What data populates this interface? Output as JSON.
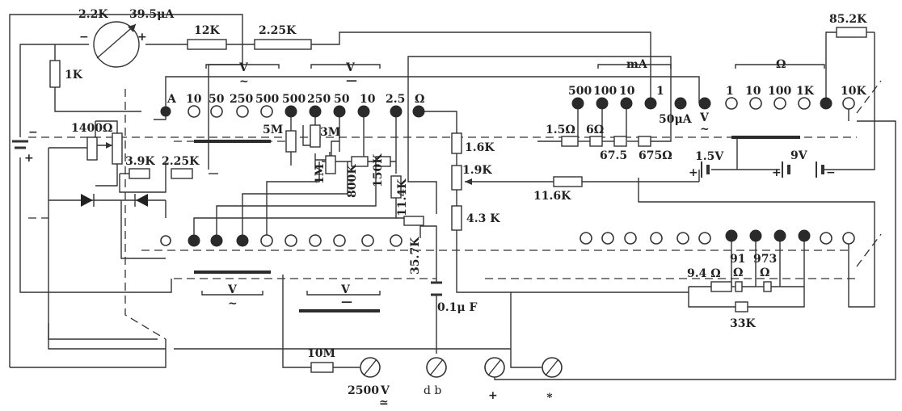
{
  "labels": {
    "meter_r": "2.2K",
    "meter_i": "39.5μA",
    "minus": "−",
    "plus": "+",
    "r12k": "12K",
    "r225k_top": "2.25K",
    "r1k": "1K",
    "r852k": "85.2K",
    "v_ac_top": "V",
    "v_ac_top_mark": "~",
    "v_dc_top": "V",
    "v_dc_top_mark": "—",
    "ma": "mA",
    "ohm_top": "Ω",
    "rot1": [
      "A",
      "10",
      "50",
      "250",
      "500",
      "500",
      "250",
      "50",
      "10",
      "2.5",
      "Ω"
    ],
    "rot2": [
      "500",
      "100",
      "10",
      "1",
      "1",
      "10",
      "100",
      "1K",
      "10K"
    ],
    "ua_label": "50μA",
    "av_label": "V",
    "av_mark": "~",
    "pot1400": "1400Ω",
    "r5m": "5M",
    "r3m": "3M",
    "r1m": "1M",
    "r800k": "800K",
    "r150k": "150K",
    "r114k": "11.4K",
    "r357k": "35.7K",
    "r39k": "3.9K",
    "r225k_mid": "2.25K",
    "r16k": "1.6K",
    "r19k": "1.9K",
    "r43k": "4.3 K",
    "r15": "1.5Ω",
    "r6": "6Ω",
    "r675": "67.5",
    "r6750": "675Ω",
    "bat15": "1.5V",
    "bat9": "9V",
    "r116k": "11.6K",
    "r94": "9.4 Ω",
    "r91": "91",
    "r91u": "Ω",
    "r973": "973",
    "r973u": "Ω",
    "r33k": "33K",
    "cap": "0.1μ F",
    "v_ac_bot": "V",
    "v_ac_bot_mark": "~",
    "v_dc_bot": "V",
    "v_dc_bot_mark": "—",
    "r10m": "10M",
    "t2500": "2500",
    "t2500v": "V",
    "t2500mark": "≃",
    "tdb": "d b",
    "tplus": "+",
    "tstar": "∗"
  }
}
